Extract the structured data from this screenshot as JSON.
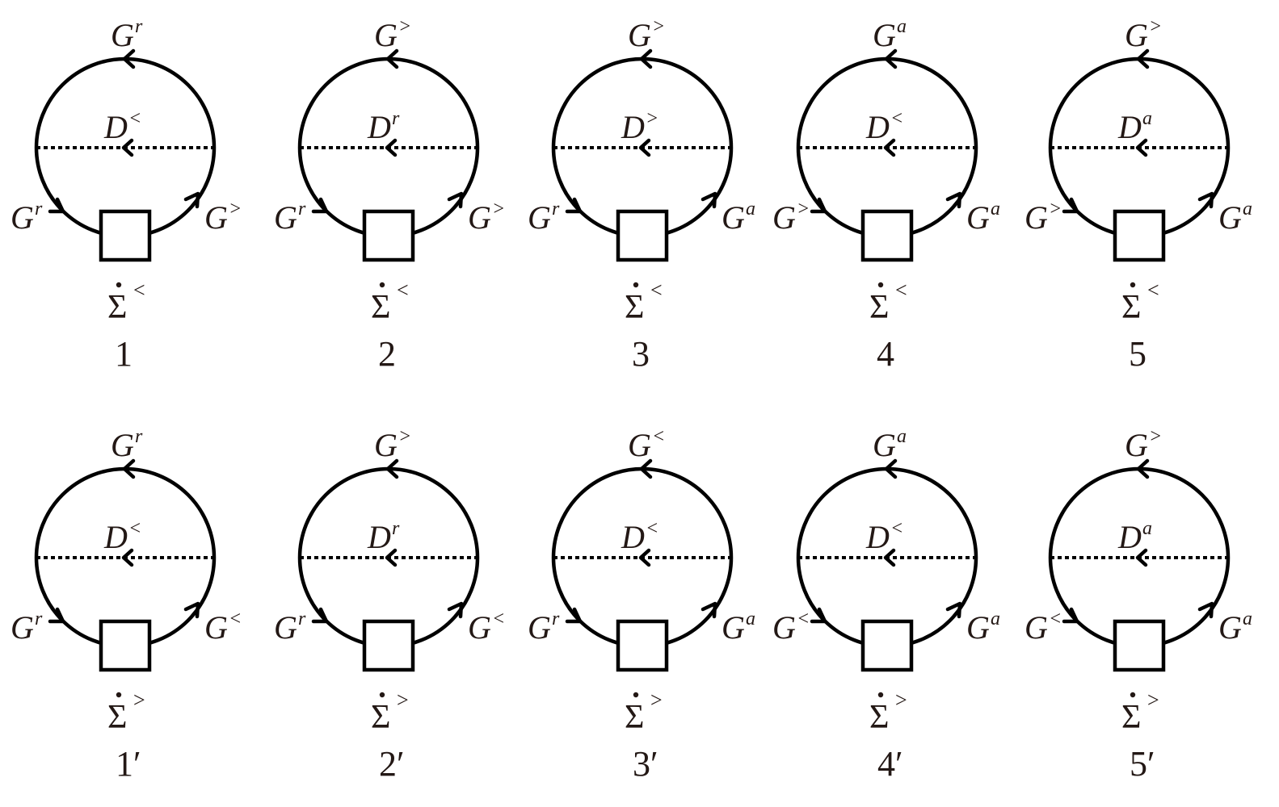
{
  "diagrams": [
    {
      "id": "1",
      "top": "G^r",
      "phonon": "D^<",
      "left": "G^r",
      "right": "G^>",
      "sigma": "<"
    },
    {
      "id": "2",
      "top": "G^>",
      "phonon": "D^r",
      "left": "G^r",
      "right": "G^>",
      "sigma": "<"
    },
    {
      "id": "3",
      "top": "G^>",
      "phonon": "D^>",
      "left": "G^r",
      "right": "G^a",
      "sigma": "<"
    },
    {
      "id": "4",
      "top": "G^a",
      "phonon": "D^<",
      "left": "G^>",
      "right": "G^a",
      "sigma": "<"
    },
    {
      "id": "5",
      "top": "G^>",
      "phonon": "D^a",
      "left": "G^>",
      "right": "G^a",
      "sigma": "<"
    },
    {
      "id": "1′",
      "top": "G^r",
      "phonon": "D^<",
      "left": "G^r",
      "right": "G^<",
      "sigma": ">"
    },
    {
      "id": "2′",
      "top": "G^>",
      "phonon": "D^r",
      "left": "G^r",
      "right": "G^<",
      "sigma": ">"
    },
    {
      "id": "3′",
      "top": "G^<",
      "phonon": "D^<",
      "left": "G^r",
      "right": "G^a",
      "sigma": ">"
    },
    {
      "id": "4′",
      "top": "G^a",
      "phonon": "D^<",
      "left": "G^<",
      "right": "G^a",
      "sigma": ">"
    },
    {
      "id": "5′",
      "top": "G^>",
      "phonon": "D^a",
      "left": "G^<",
      "right": "G^a",
      "sigma": ">"
    }
  ],
  "sigma_symbol": "Σ",
  "colors": {
    "line": "#000000",
    "text": "#231815",
    "background": "#ffffff"
  }
}
